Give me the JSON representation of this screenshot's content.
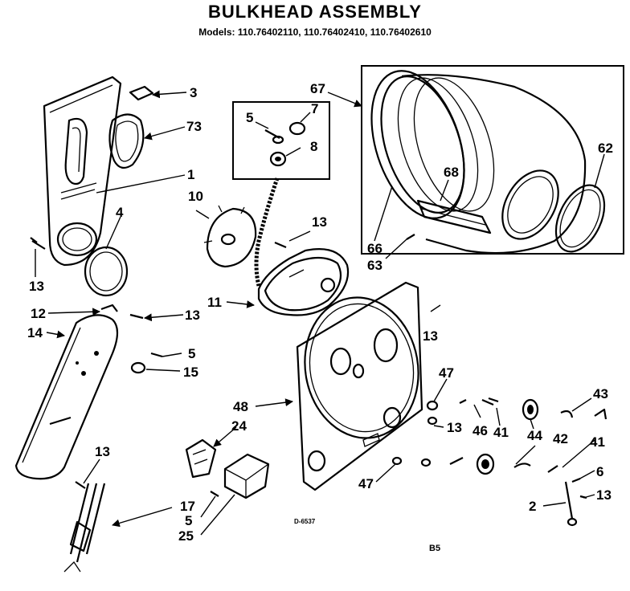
{
  "header": {
    "title": "BULKHEAD ASSEMBLY",
    "models": "Models: 110.76402110, 110.76402410, 110.76402610"
  },
  "callouts": [
    "3",
    "73",
    "1",
    "4",
    "13",
    "5",
    "7",
    "8",
    "10",
    "13",
    "11",
    "67",
    "68",
    "62",
    "66",
    "63",
    "12",
    "13",
    "14",
    "5",
    "15",
    "13",
    "48",
    "47",
    "13",
    "46",
    "41",
    "44",
    "42",
    "43",
    "41",
    "6",
    "13",
    "2",
    "24",
    "17",
    "5",
    "25",
    "47",
    "13"
  ],
  "footer": {
    "drawing_id": "D-6537",
    "page_code": "B5"
  }
}
